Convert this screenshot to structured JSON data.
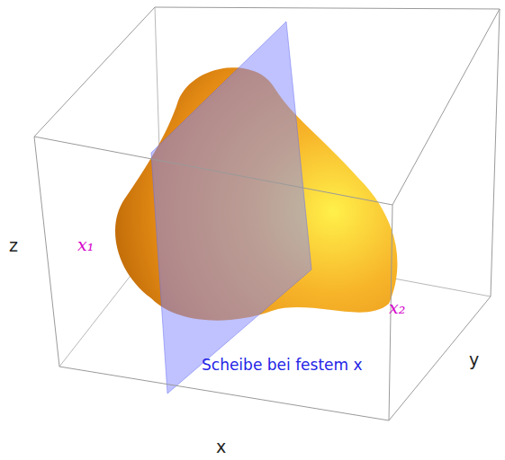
{
  "diagram": {
    "labels": [
      "z",
      "x₁",
      "x₂",
      "y",
      "Scheibe bei festem x",
      "x"
    ]
  }
}
